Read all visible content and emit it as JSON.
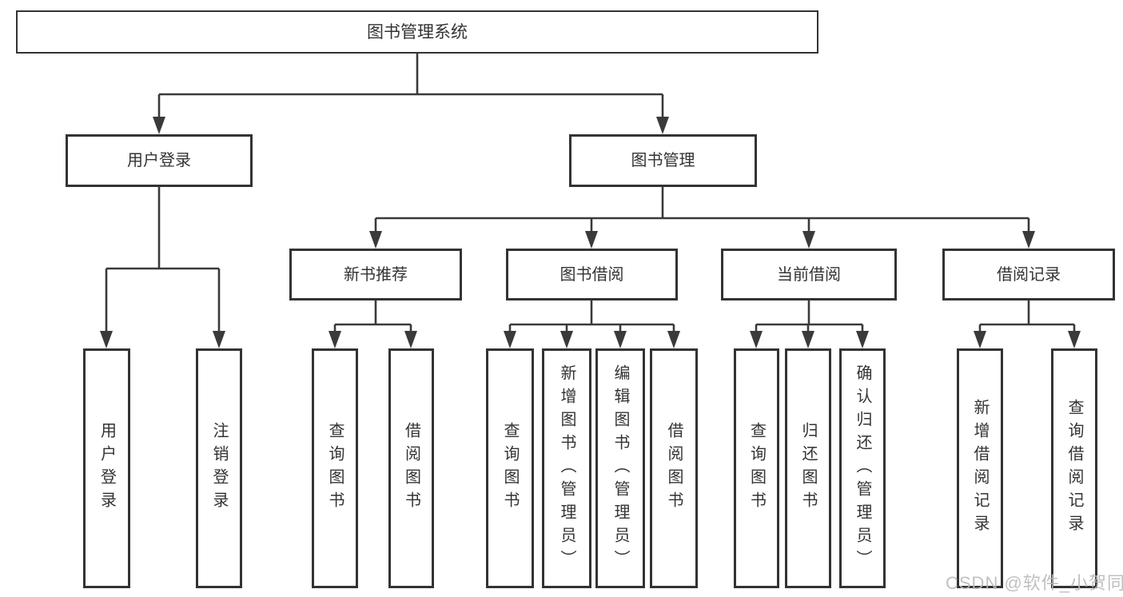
{
  "nodes": {
    "root": "图书管理系统",
    "level2": [
      "用户登录",
      "图书管理"
    ],
    "level3": [
      "新书推荐",
      "图书借阅",
      "当前借阅",
      "借阅记录"
    ],
    "user_login_children": [
      "用户登录",
      "注销登录"
    ],
    "new_book_children": [
      "查询图书",
      "借阅图书"
    ],
    "book_borrow_children": [
      "查询图书",
      "新增图书（管理员）",
      "编辑图书（管理员）",
      "借阅图书"
    ],
    "current_borrow_children": [
      "查询图书",
      "归还图书",
      "确认归还（管理员）"
    ],
    "borrow_record_children": [
      "新增借阅记录",
      "查询借阅记录"
    ]
  },
  "watermark": "CSDN @软件_小贺同学",
  "colors": {
    "line": "#3a3a3a",
    "box_border": "#333333",
    "text": "#333333",
    "background": "#ffffff",
    "watermark": "#b9b9b9"
  }
}
